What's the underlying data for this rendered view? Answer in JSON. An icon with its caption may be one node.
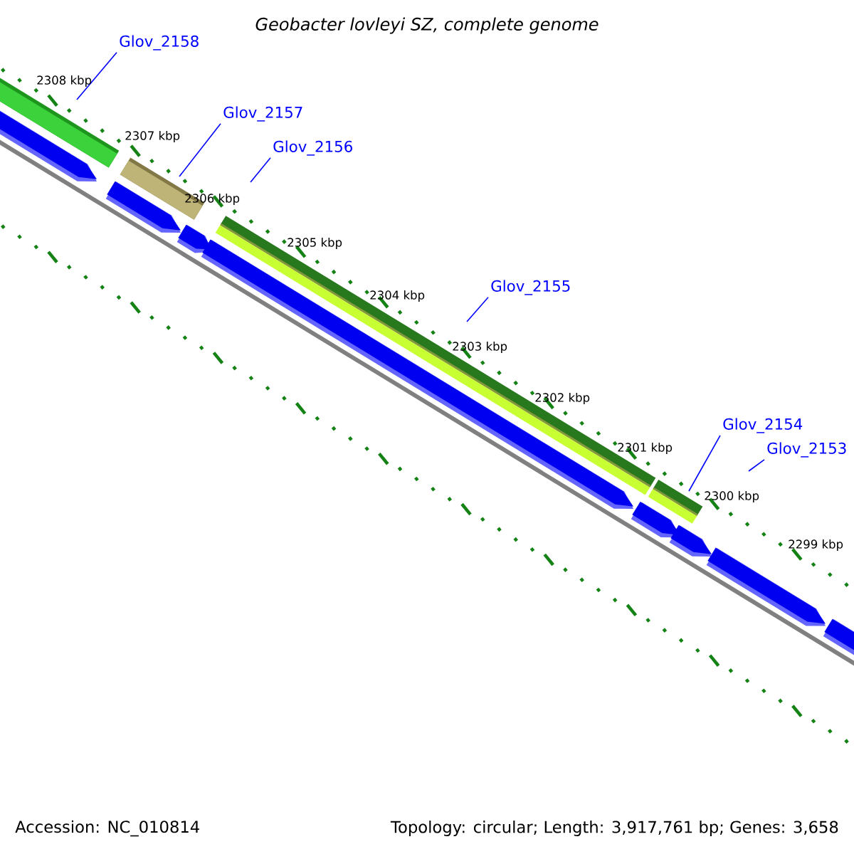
{
  "diagram": {
    "title": "Geobacter lovleyi SZ, complete genome",
    "nodes": [
      {
        "text": [
          "Glov_2158"
        ]
      },
      {
        "text": [
          "Glov_2157"
        ]
      },
      {
        "text": [
          "Glov_2156"
        ]
      },
      {
        "text": [
          "Glov_2155"
        ]
      },
      {
        "text": [
          "Glov_2154"
        ]
      },
      {
        "text": [
          "Glov_2153"
        ]
      }
    ],
    "edges": [
      {
        "from": 0,
        "to": null,
        "arrow": "none"
      },
      {
        "from": 1,
        "to": null,
        "arrow": "none"
      },
      {
        "from": 2,
        "to": null,
        "arrow": "none"
      },
      {
        "from": 3,
        "to": null,
        "arrow": "none"
      },
      {
        "from": 4,
        "to": null,
        "arrow": "none"
      },
      {
        "from": 5,
        "to": null,
        "arrow": "none"
      }
    ],
    "labels": [
      "2308 kbp",
      "2307 kbp",
      "2306 kbp",
      "2305 kbp",
      "2304 kbp",
      "2303 kbp",
      "2302 kbp",
      "2301 kbp",
      "2300 kbp",
      "2299 kbp",
      "Accession: NC_010814",
      "Topology: circular; Length: 3,917,761 bp; Genes: 3,658"
    ]
  }
}
